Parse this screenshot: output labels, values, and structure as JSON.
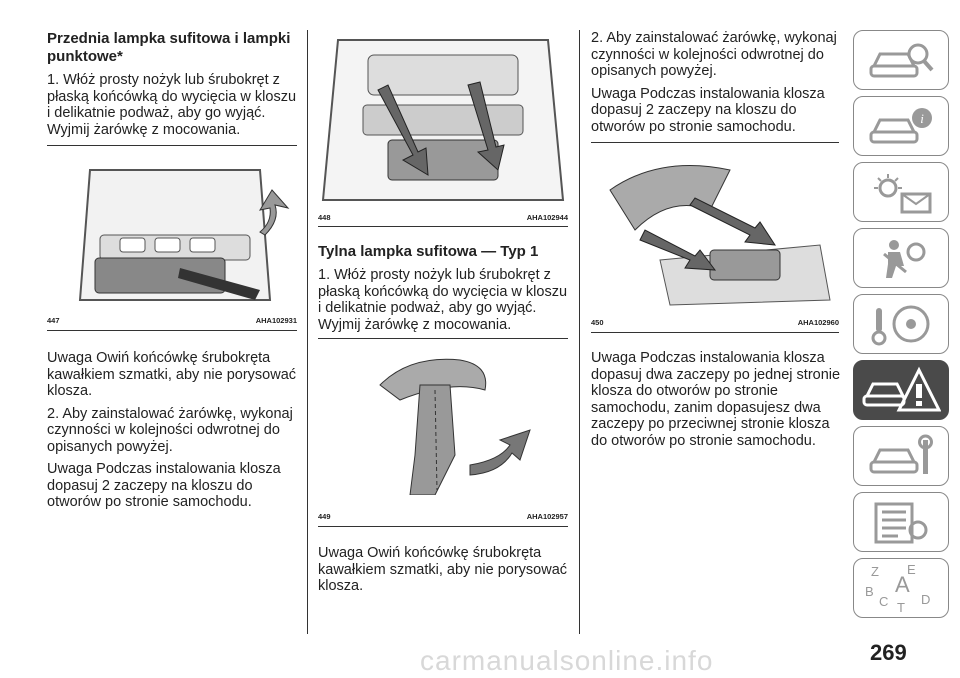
{
  "col1": {
    "heading": "Przednia lampka sufitowa i lampki punktowe*",
    "step1": "1. Włóż prosty nożyk lub śrubokręt z płaską końcówką do wycięcia w kloszu i delikatnie podważ, aby go wyjąć. Wyjmij żarówkę z mocowania.",
    "fig_num": "447",
    "fig_code": "AHA102931",
    "note1": "Uwaga  Owiń końcówkę śrubokręta kawałkiem szmatki, aby nie porysować klosza.",
    "step2": "2. Aby zainstalować żarówkę, wykonaj czynności w kolejności odwrotnej do opisanych powyżej.",
    "note2": "Uwaga  Podczas instalowania klosza dopasuj 2 zaczepy na kloszu do otworów po stronie samochodu."
  },
  "col2": {
    "fig1_num": "448",
    "fig1_code": "AHA102944",
    "heading": "Tylna lampka sufitowa — Typ 1",
    "step1": "1. Włóż prosty nożyk lub śrubokręt z płaską końcówką do wycięcia w kloszu i delikatnie podważ, aby go wyjąć. Wyjmij żarówkę z mocowania.",
    "fig2_num": "449",
    "fig2_code": "AHA102957",
    "note1": "Uwaga  Owiń końcówkę śrubokręta kawałkiem szmatki, aby nie porysować klosza."
  },
  "col3": {
    "step2": "2. Aby zainstalować żarówkę, wykonaj czynności w kolejności odwrotnej do opisanych powyżej.",
    "note1": "Uwaga  Podczas instalowania klosza dopasuj 2 zaczepy na kloszu do otworów po stronie samochodu.",
    "fig_num": "450",
    "fig_code": "AHA102960",
    "note2": "Uwaga  Podczas instalowania klosza dopasuj dwa zaczepy po jednej stronie klosza do otworów po stronie samochodu, zanim dopasujesz dwa zaczepy po przeciwnej stronie klosza do otworów po stronie samochodu."
  },
  "sidebar": {
    "tabs": [
      {
        "icon": "car-search-icon"
      },
      {
        "icon": "car-info-icon"
      },
      {
        "icon": "warning-lights-icon"
      },
      {
        "icon": "airbag-safety-icon"
      },
      {
        "icon": "steering-key-icon"
      },
      {
        "icon": "car-emergency-icon",
        "active": true
      },
      {
        "icon": "car-service-icon"
      },
      {
        "icon": "technical-data-icon"
      },
      {
        "icon": "alphabetical-index-icon"
      }
    ],
    "index_letters": [
      "Z",
      "E",
      "B",
      "A",
      "C",
      "T",
      "D"
    ]
  },
  "page_number": "269",
  "watermark": "carmanualsonline.info"
}
